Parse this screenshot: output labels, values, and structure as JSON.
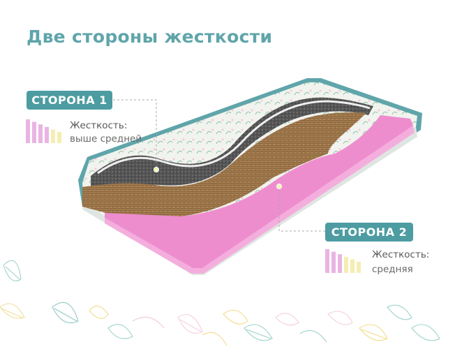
{
  "title": "Две стороны жесткости",
  "side1": {
    "badge": "СТОРОНА 1",
    "stiffness_label": "Жесткость:",
    "stiffness_value": "выше средней",
    "level_bars": 4,
    "total_bars": 6
  },
  "side2": {
    "badge": "СТОРОНА 2",
    "stiffness_label": "Жесткость:",
    "stiffness_value": "средняя",
    "level_bars": 3,
    "total_bars": 6
  },
  "colors": {
    "accent": "#4c9ca1",
    "title": "#5fa5aa",
    "foam_pink": "#ef8fcf",
    "coconut": "#9b7448",
    "felt_gray": "#5a5a5a",
    "bar_active": "#e9b4e2",
    "bar_inactive": "#f5edb2"
  }
}
